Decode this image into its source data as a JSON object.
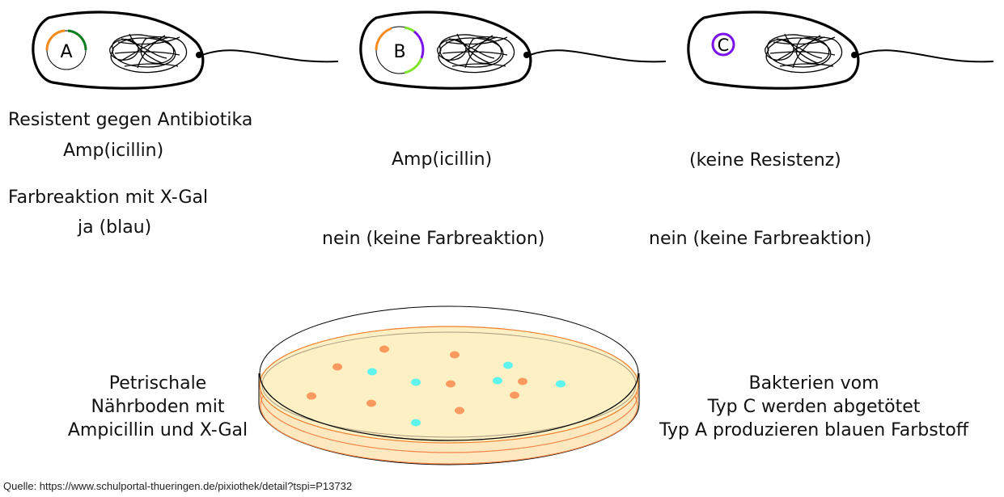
{
  "bacteria": [
    {
      "id": "A",
      "label": "A",
      "plasmid_segments": [
        {
          "color": "#f58a1f",
          "role": "ampicillin-resistance"
        },
        {
          "color": "#0f7f1f",
          "role": "lacZ"
        }
      ],
      "resistance": "Amp(icillin)",
      "color_reaction": "ja (blau)"
    },
    {
      "id": "B",
      "label": "B",
      "plasmid_segments": [
        {
          "color": "#f58a1f",
          "role": "ampicillin-resistance"
        },
        {
          "color": "#7fe22b",
          "role": "lacZ-part"
        },
        {
          "color": "#7a12ee",
          "role": "insert"
        },
        {
          "color": "#7fe22b",
          "role": "lacZ-part"
        }
      ],
      "resistance": "Amp(icillin)",
      "color_reaction": "nein (keine Farbreaktion)"
    },
    {
      "id": "C",
      "label": "C",
      "plasmid_segments": [
        {
          "color": "#7a12ee",
          "role": "plasmid"
        }
      ],
      "resistance": "(keine Resistenz)",
      "color_reaction": "nein (keine Farbreaktion)"
    }
  ],
  "labels": {
    "resistance_heading": "Resistent gegen Antibiotika",
    "color_heading": "Farbreaktion mit X-Gal",
    "petri_left": [
      "Petrischale",
      "Nährboden mit",
      "Ampicillin und X-Gal"
    ],
    "petri_right": [
      "Bakterien vom",
      "Typ C werden abgetötet",
      "Typ A produzieren blauen Farbstoff"
    ]
  },
  "petri_dish": {
    "agar_color": "#fdf0c4",
    "rim_color": "#f5864a",
    "colonies": [
      {
        "type": "white",
        "color": "#fb9a5e",
        "count": 10
      },
      {
        "type": "blue",
        "color": "#5ef4ee",
        "count": 6
      }
    ]
  },
  "source": "Quelle: https://www.schulportal-thueringen.de/pixiothek/detail?tspi=P13732"
}
